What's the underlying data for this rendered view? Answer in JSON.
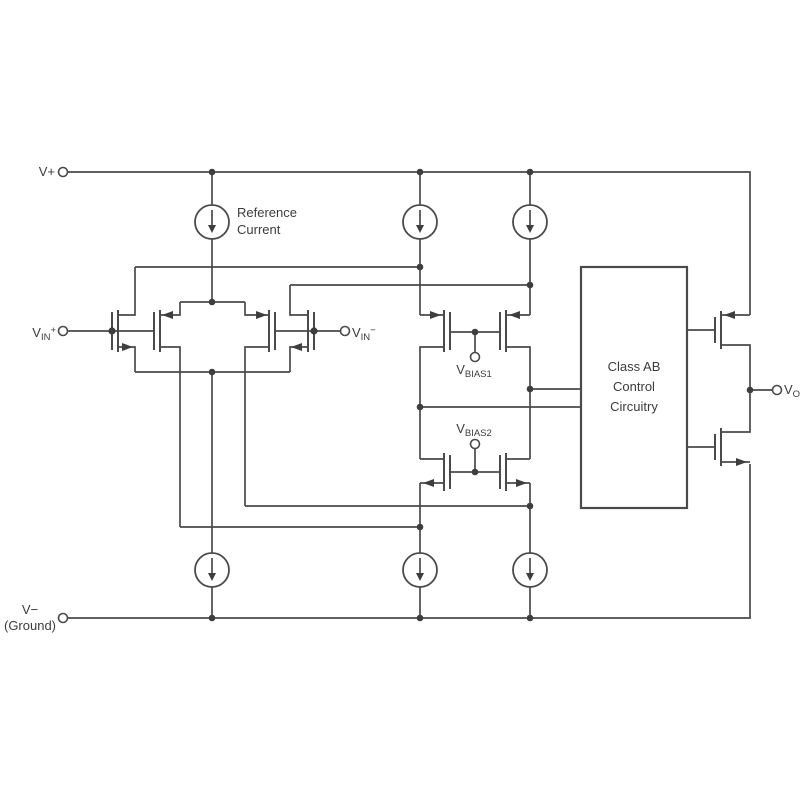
{
  "labels": {
    "v_plus": "V+",
    "vin_plus": {
      "base": "V",
      "sub": "IN",
      "sup": "+"
    },
    "vin_minus": {
      "base": "V",
      "sub": "IN",
      "sup": "−"
    },
    "v_minus": {
      "line1": "V−",
      "line2": "(Ground)"
    },
    "reference_current": {
      "line1": "Reference",
      "line2": "Current"
    },
    "vbias1": {
      "base": "V",
      "sub": "BIAS1"
    },
    "vbias2": {
      "base": "V",
      "sub": "BIAS2"
    },
    "class_ab": {
      "line1": "Class AB",
      "line2": "Control",
      "line3": "Circuitry"
    },
    "v_out": {
      "base": "V",
      "sub": "O"
    }
  },
  "colors": {
    "background": "#ffffff",
    "line": "#4a4a4a",
    "text": "#3c3c3c"
  }
}
